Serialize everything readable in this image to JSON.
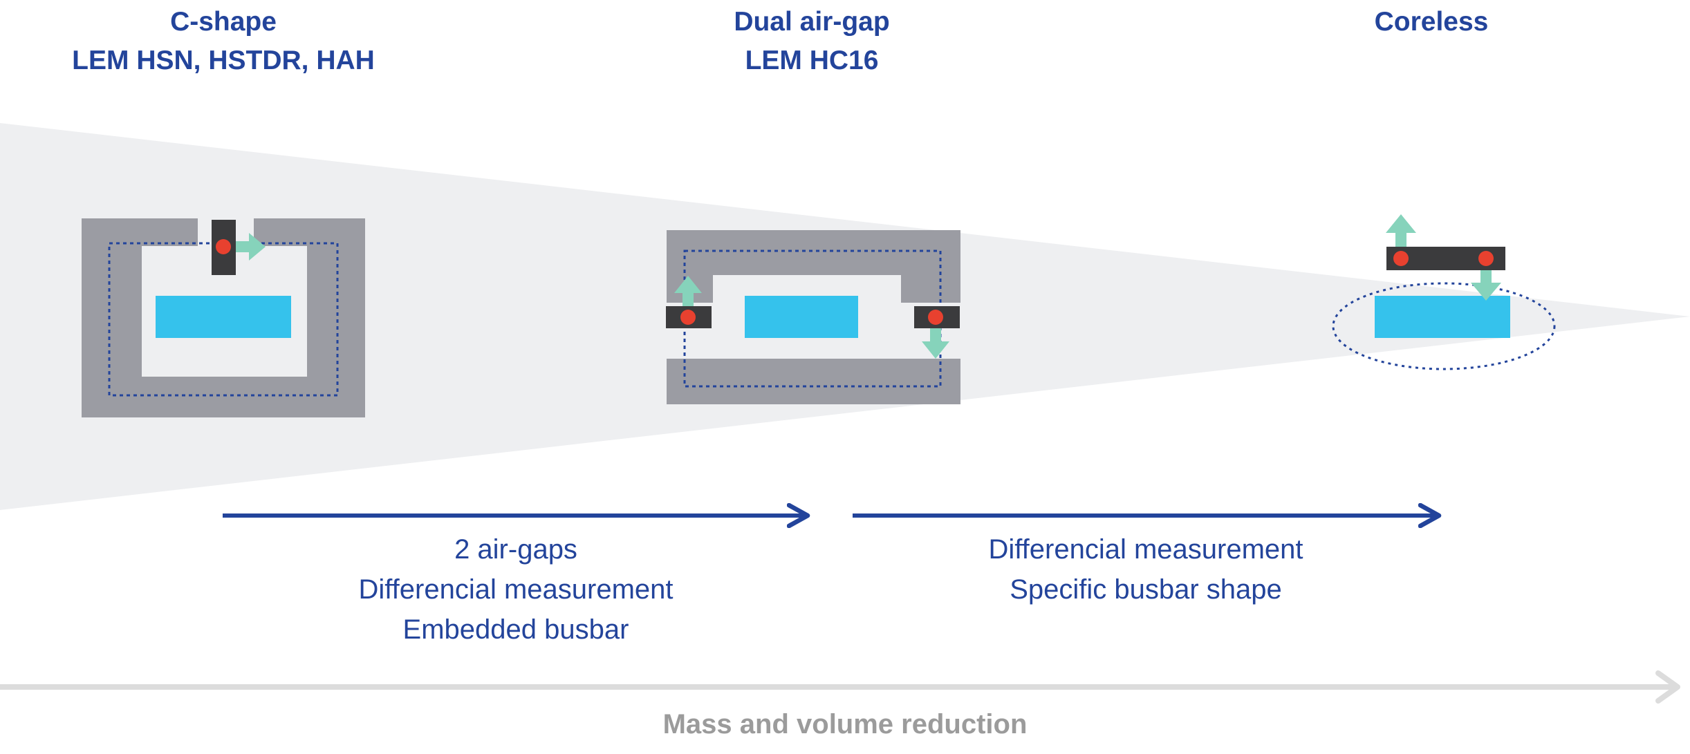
{
  "sensors": [
    {
      "heading_lines": [
        "C-shape",
        "LEM HSN, HSTDR, HAH"
      ]
    },
    {
      "heading_lines": [
        "Dual air-gap",
        "LEM HC16"
      ]
    },
    {
      "heading_lines": [
        "Coreless"
      ]
    }
  ],
  "transitions": [
    {
      "notes": [
        "2 air-gaps",
        "Differencial measurement",
        "Embedded busbar"
      ]
    },
    {
      "notes": [
        "Differencial measurement",
        "Specific busbar shape"
      ]
    }
  ],
  "axis": {
    "label": "Mass and volume reduction"
  },
  "colors": {
    "text_blue": "#23449b",
    "core_gray": "#9b9ca3",
    "sensor_dark": "#3b3b3d",
    "hall_red": "#e8412f",
    "busbar_cyan": "#35c2ec",
    "field_arrow": "#86d3bb",
    "wedge_gray": "#eeeff1",
    "axis_gray": "#dcdcdc",
    "axis_text": "#9b9b9b"
  }
}
